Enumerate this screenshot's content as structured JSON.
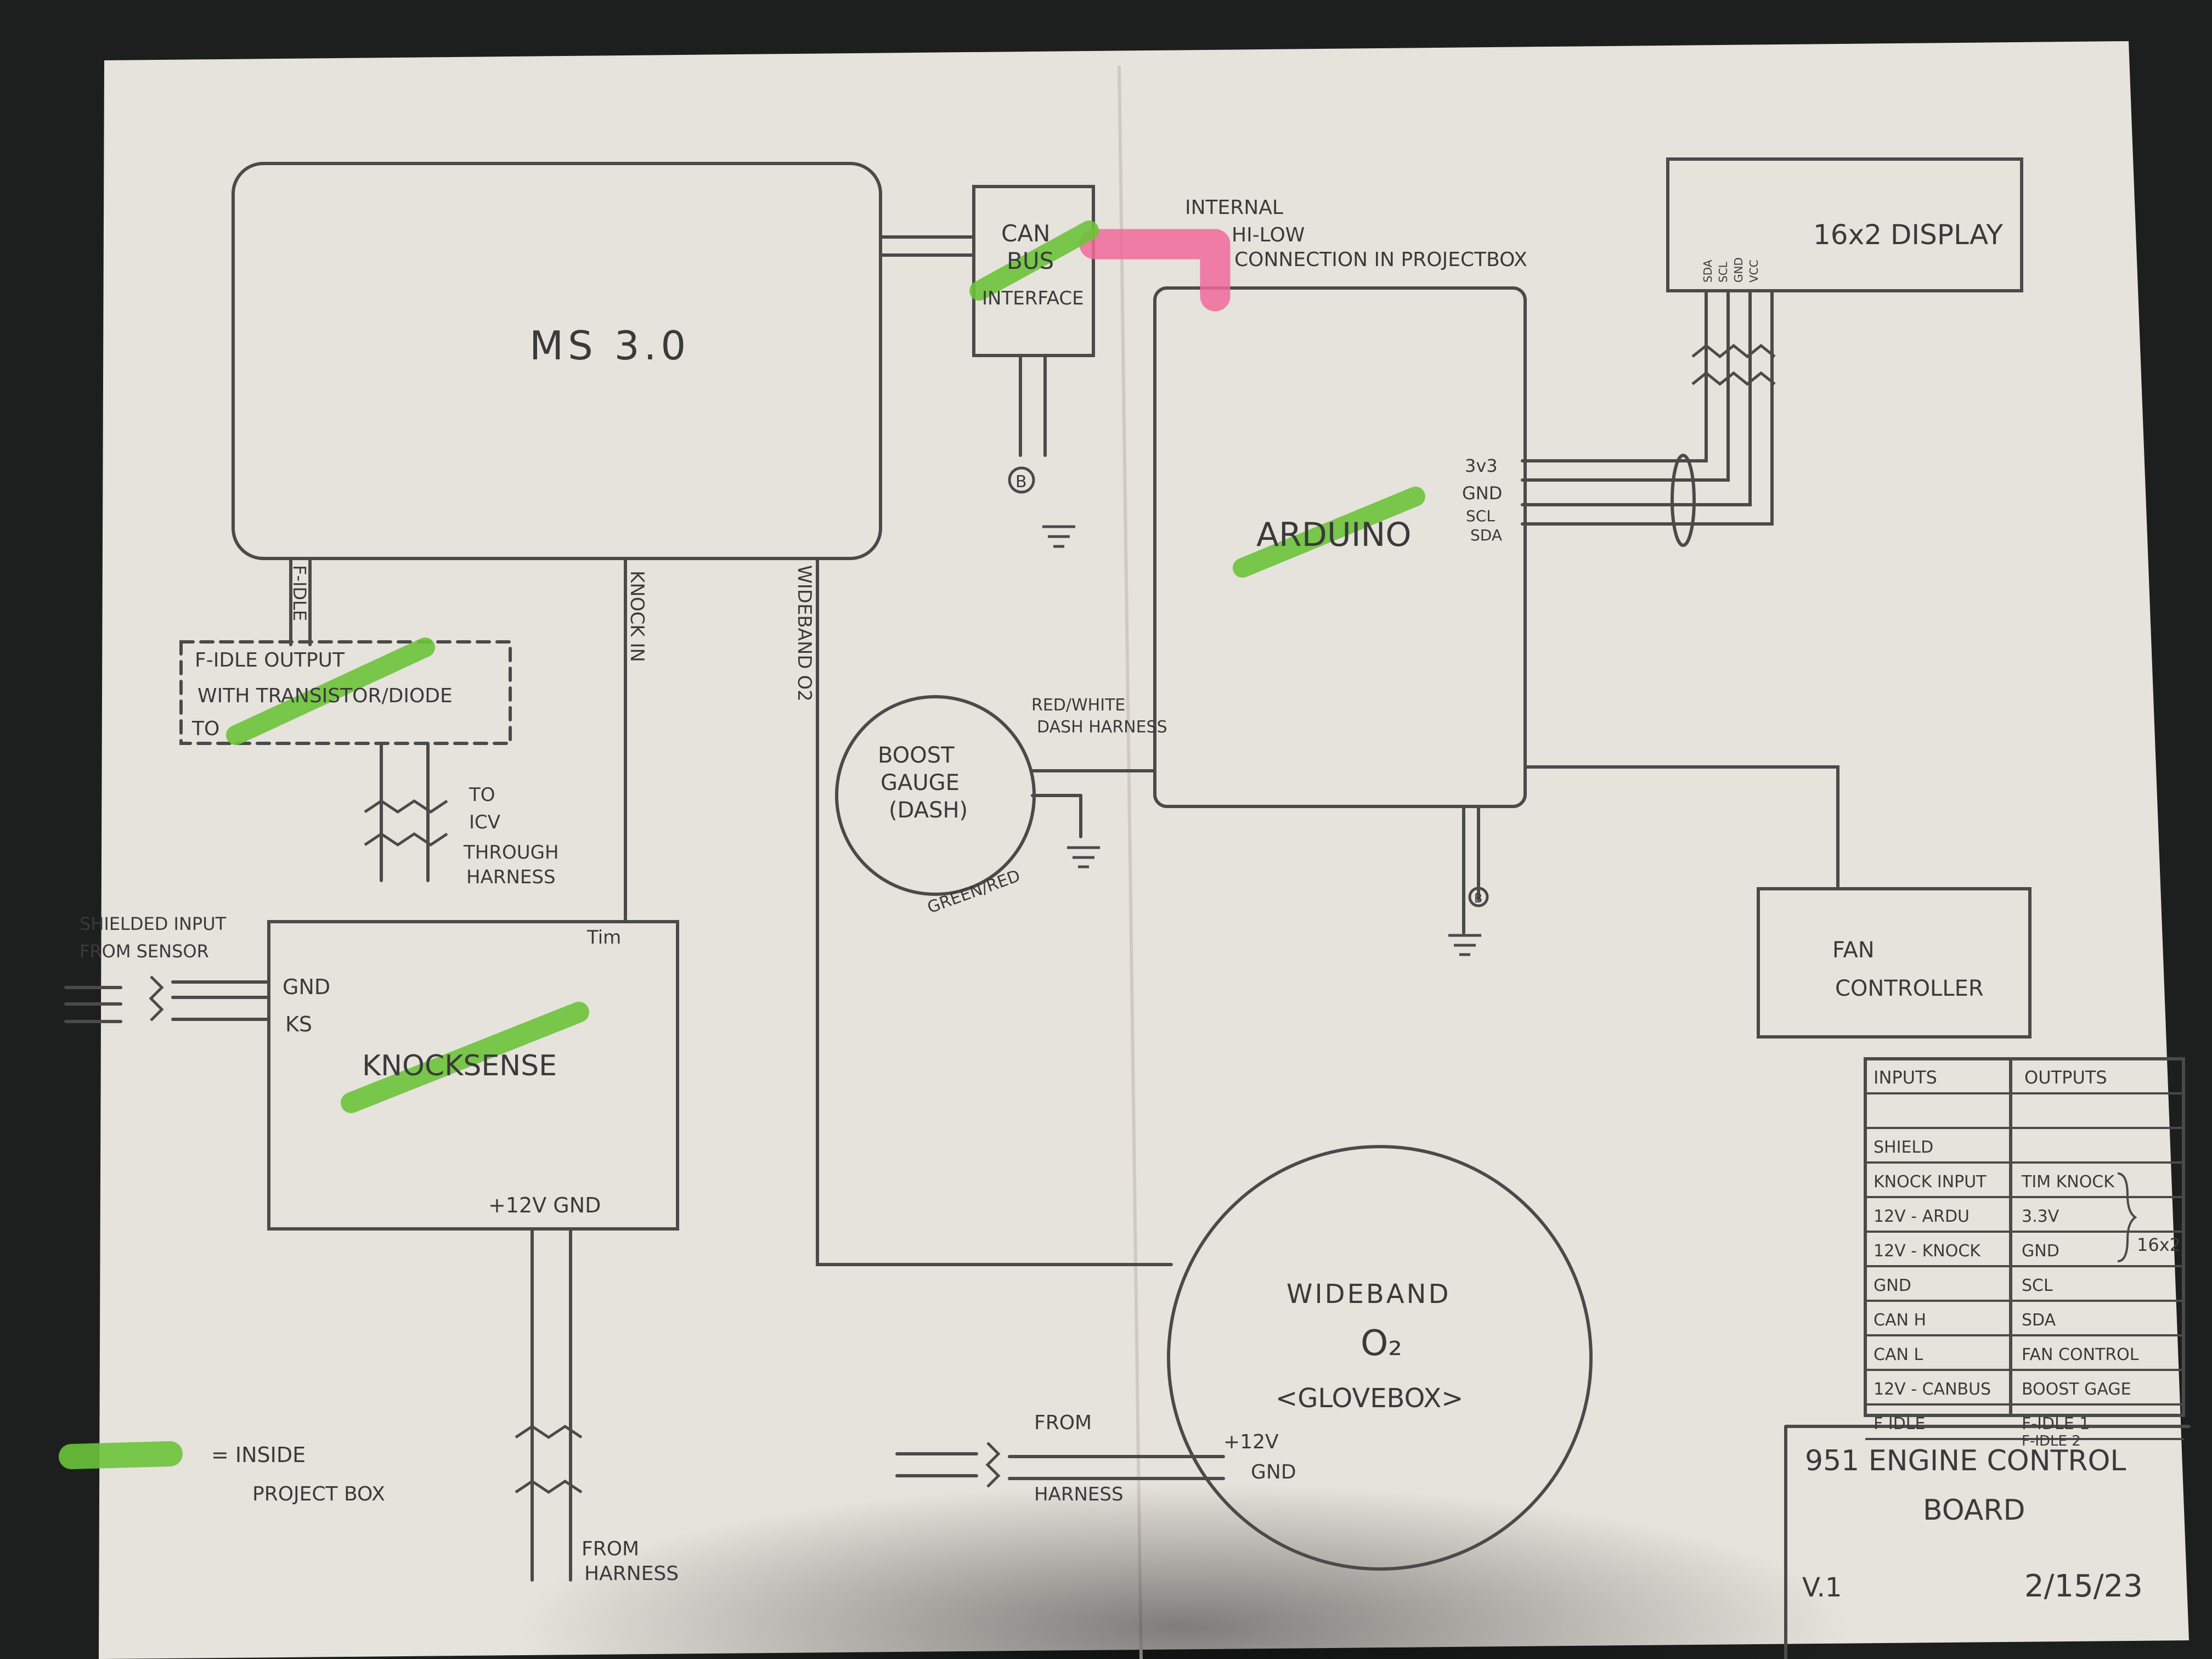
{
  "colors": {
    "paper": "#e6e2dc",
    "pencil": "#4a4a4a",
    "highlight_green": "#6cc33a",
    "highlight_pink": "#f06a9a",
    "background": "#1c1f1e"
  },
  "blocks": {
    "ms3": "MS 3.0",
    "can": [
      "CAN",
      "BUS",
      "INTERFACE"
    ],
    "arduino": "ARDUINO",
    "display": "16x2 DISPLAY",
    "display_pins": [
      "SDA",
      "SCL",
      "GND",
      "VCC"
    ],
    "arduino_pins": [
      "3v3",
      "GND",
      "SCL",
      "SDA"
    ],
    "fidle": [
      "F-IDLE OUTPUT",
      "WITH TRANSISTOR/DIODE",
      "TO"
    ],
    "fidle_to": [
      "TO",
      "ICV",
      "THROUGH",
      "HARNESS"
    ],
    "knock": "KNOCKSENSE",
    "knock_tim": "Tim",
    "knock_pins": [
      "GND",
      "KS"
    ],
    "knock_power": "+12V GND",
    "shielded": [
      "SHIELDED INPUT",
      "FROM SENSOR"
    ],
    "boost": [
      "BOOST",
      "GAUGE",
      "(DASH)"
    ],
    "red_white": [
      "RED/WHITE",
      "DASH HARNESS"
    ],
    "green_red": "GREEN/RED",
    "fan": [
      "FAN",
      "CONTROLLER"
    ],
    "wideband": [
      "WIDEBAND",
      "O₂",
      "<GLOVEBOX>"
    ],
    "wb_pins": [
      "+12V",
      "GND"
    ],
    "wb_from": [
      "FROM",
      "HARNESS"
    ],
    "from_harness": [
      "FROM",
      "HARNESS"
    ],
    "internal": [
      "INTERNAL",
      "HI-LOW",
      "CONNECTION IN PROJECTBOX"
    ],
    "wire_fidle": "F-IDLE",
    "wire_knock": "KNOCK IN",
    "wire_wb": "WIDEBAND O2",
    "ground_b": "B"
  },
  "legend": {
    "text": [
      "= INSIDE",
      "PROJECT BOX"
    ]
  },
  "io_table": {
    "headers": [
      "INPUTS",
      "OUTPUTS"
    ],
    "rows": [
      [
        "",
        ""
      ],
      [
        "SHIELD",
        ""
      ],
      [
        "KNOCK INPUT",
        "TIM KNOCK"
      ],
      [
        "12V - ARDU",
        "3.3V"
      ],
      [
        "12V - KNOCK",
        "GND"
      ],
      [
        "GND",
        "SCL"
      ],
      [
        "CAN H",
        "SDA"
      ],
      [
        "CAN L",
        "FAN CONTROL"
      ],
      [
        "12V - CANBUS",
        "BOOST GAGE"
      ],
      [
        "F IDLE",
        "F-IDLE 1"
      ]
    ],
    "extra": "F-IDLE 2",
    "bracket": "16x2"
  },
  "title_block": {
    "title": [
      "951 ENGINE CONTROL",
      "BOARD"
    ],
    "version": "V.1",
    "date": "2/15/23"
  }
}
